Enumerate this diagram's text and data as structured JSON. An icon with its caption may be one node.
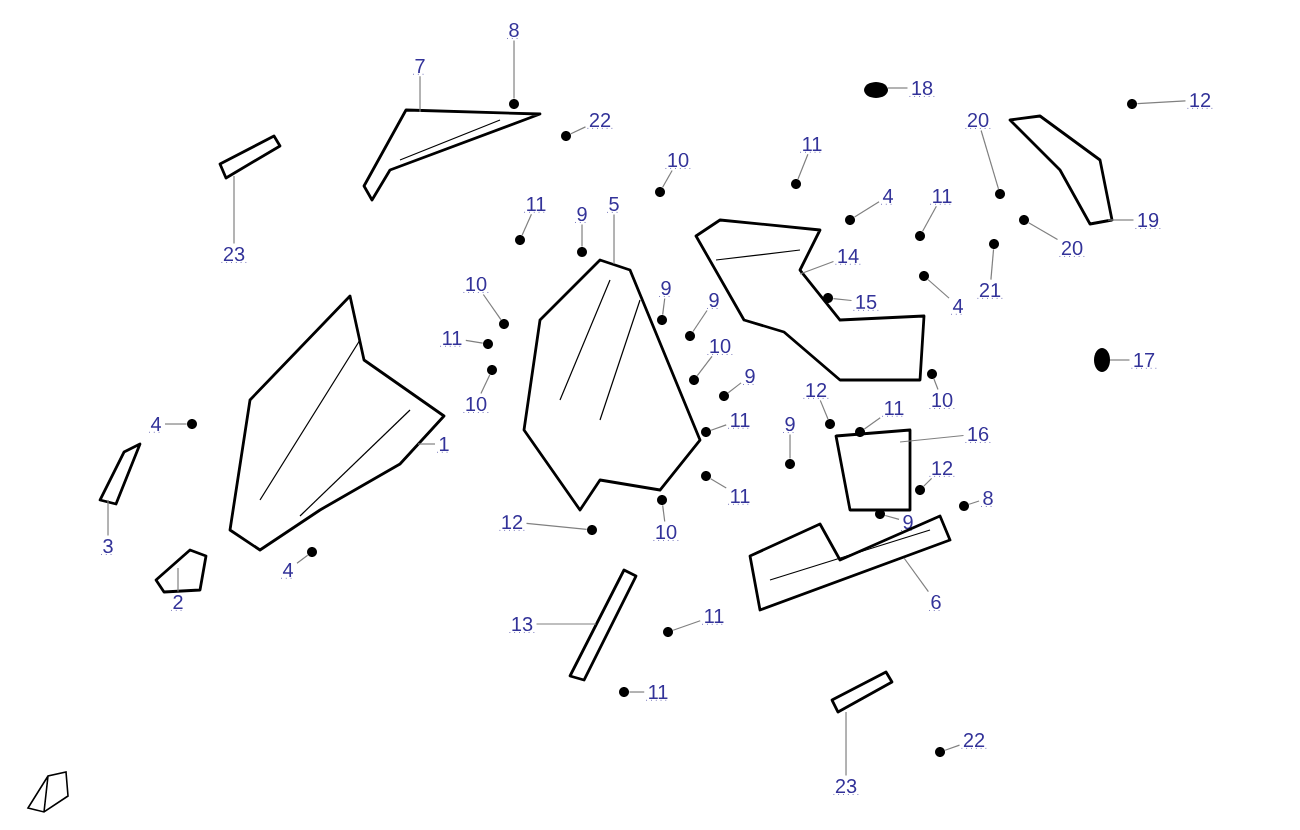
{
  "diagram": {
    "nodes": [
      {
        "text": [
          "8"
        ]
      },
      {
        "text": [
          "7"
        ]
      },
      {
        "text": [
          "22"
        ]
      },
      {
        "text": [
          "18"
        ]
      },
      {
        "text": [
          "20"
        ]
      },
      {
        "text": [
          "12"
        ]
      },
      {
        "text": [
          "11"
        ]
      },
      {
        "text": [
          "10"
        ]
      },
      {
        "text": [
          "4"
        ]
      },
      {
        "text": [
          "11"
        ]
      },
      {
        "text": [
          "11"
        ]
      },
      {
        "text": [
          "9"
        ]
      },
      {
        "text": [
          "5"
        ]
      },
      {
        "text": [
          "19"
        ]
      },
      {
        "text": [
          "20"
        ]
      },
      {
        "text": [
          "23"
        ]
      },
      {
        "text": [
          "14"
        ]
      },
      {
        "text": [
          "10"
        ]
      },
      {
        "text": [
          "21"
        ]
      },
      {
        "text": [
          "9"
        ]
      },
      {
        "text": [
          "15"
        ]
      },
      {
        "text": [
          "9"
        ]
      },
      {
        "text": [
          "4"
        ]
      },
      {
        "text": [
          "11"
        ]
      },
      {
        "text": [
          "10"
        ]
      },
      {
        "text": [
          "17"
        ]
      },
      {
        "text": [
          "9"
        ]
      },
      {
        "text": [
          "12"
        ]
      },
      {
        "text": [
          "10"
        ]
      },
      {
        "text": [
          "11"
        ]
      },
      {
        "text": [
          "10"
        ]
      },
      {
        "text": [
          "11"
        ]
      },
      {
        "text": [
          "9"
        ]
      },
      {
        "text": [
          "16"
        ]
      },
      {
        "text": [
          "4"
        ]
      },
      {
        "text": [
          "1"
        ]
      },
      {
        "text": [
          "12"
        ]
      },
      {
        "text": [
          "11"
        ]
      },
      {
        "text": [
          "8"
        ]
      },
      {
        "text": [
          "12"
        ]
      },
      {
        "text": [
          "9"
        ]
      },
      {
        "text": [
          "10"
        ]
      },
      {
        "text": [
          "3"
        ]
      },
      {
        "text": [
          "4"
        ]
      },
      {
        "text": [
          "6"
        ]
      },
      {
        "text": [
          "2"
        ]
      },
      {
        "text": [
          "11"
        ]
      },
      {
        "text": [
          "13"
        ]
      },
      {
        "text": [
          "11"
        ]
      },
      {
        "text": [
          "22"
        ]
      },
      {
        "text": [
          "23"
        ]
      },
      {
        "text": [],
        "shape": "picture"
      },
      {
        "text": [],
        "shape": "picture"
      },
      {
        "text": [],
        "shape": "picture"
      },
      {
        "text": [],
        "shape": "picture"
      },
      {
        "text": [],
        "shape": "picture"
      },
      {
        "text": [],
        "shape": "picture"
      },
      {
        "text": [],
        "shape": "picture"
      },
      {
        "text": [],
        "shape": "picture"
      },
      {
        "text": [],
        "shape": "picture"
      },
      {
        "text": [],
        "shape": "picture"
      },
      {
        "text": [],
        "shape": "picture"
      },
      {
        "text": [],
        "shape": "picture"
      },
      {
        "text": [],
        "shape": "picture"
      },
      {
        "text": [],
        "shape": "picture"
      },
      {
        "text": [],
        "shape": "circle"
      },
      {
        "text": [],
        "shape": "circle"
      },
      {
        "text": [],
        "shape": "circle"
      },
      {
        "text": [],
        "shape": "circle"
      },
      {
        "text": [],
        "shape": "circle"
      },
      {
        "text": [],
        "shape": "circle"
      },
      {
        "text": [],
        "shape": "circle"
      },
      {
        "text": [],
        "shape": "circle"
      },
      {
        "text": [],
        "shape": "circle"
      },
      {
        "text": [],
        "shape": "circle"
      },
      {
        "text": [],
        "shape": "circle"
      },
      {
        "text": [],
        "shape": "circle"
      },
      {
        "text": [],
        "shape": "circle"
      },
      {
        "text": [],
        "shape": "circle"
      },
      {
        "text": [],
        "shape": "circle"
      },
      {
        "text": [],
        "shape": "circle"
      },
      {
        "text": [],
        "shape": "circle"
      },
      {
        "text": [],
        "shape": "circle"
      },
      {
        "text": [],
        "shape": "circle"
      },
      {
        "text": [],
        "shape": "circle"
      },
      {
        "text": [],
        "shape": "circle"
      },
      {
        "text": [],
        "shape": "circle"
      },
      {
        "text": [],
        "shape": "circle"
      },
      {
        "text": [],
        "shape": "circle"
      },
      {
        "text": [],
        "shape": "circle"
      },
      {
        "text": [],
        "shape": "circle"
      },
      {
        "text": [],
        "shape": "circle"
      },
      {
        "text": [],
        "shape": "circle"
      },
      {
        "text": [],
        "shape": "circle"
      },
      {
        "text": [],
        "shape": "circle"
      },
      {
        "text": [],
        "shape": "circle"
      },
      {
        "text": [],
        "shape": "circle"
      },
      {
        "text": [],
        "shape": "circle"
      },
      {
        "text": [],
        "shape": "circle"
      },
      {
        "text": [],
        "shape": "circle"
      },
      {
        "text": [],
        "shape": "circle"
      },
      {
        "text": [],
        "shape": "circle"
      }
    ],
    "edges": [
      {
        "from": 0,
        "to": 65,
        "arrow": "none"
      },
      {
        "from": 1,
        "to": 53,
        "arrow": "none"
      },
      {
        "from": 2,
        "to": 66,
        "arrow": "none"
      },
      {
        "from": 3,
        "to": 63,
        "arrow": "none"
      },
      {
        "from": 4,
        "to": 67,
        "arrow": "none"
      },
      {
        "from": 5,
        "to": 68,
        "arrow": "none"
      },
      {
        "from": 6,
        "to": 69,
        "arrow": "none"
      },
      {
        "from": 7,
        "to": 70,
        "arrow": "none"
      },
      {
        "from": 8,
        "to": 71,
        "arrow": "none"
      },
      {
        "from": 9,
        "to": 72,
        "arrow": "none"
      },
      {
        "from": 10,
        "to": 73,
        "arrow": "none"
      },
      {
        "from": 11,
        "to": 74,
        "arrow": "none"
      },
      {
        "from": 12,
        "to": 57,
        "arrow": "none"
      },
      {
        "from": 13,
        "to": 59,
        "arrow": "none"
      },
      {
        "from": 14,
        "to": 75,
        "arrow": "none"
      },
      {
        "from": 15,
        "to": 51,
        "arrow": "none"
      },
      {
        "from": 16,
        "to": 58,
        "arrow": "none"
      },
      {
        "from": 17,
        "to": 76,
        "arrow": "none"
      },
      {
        "from": 18,
        "to": 77,
        "arrow": "none"
      },
      {
        "from": 19,
        "to": 78,
        "arrow": "none"
      },
      {
        "from": 20,
        "to": 79,
        "arrow": "none"
      },
      {
        "from": 21,
        "to": 80,
        "arrow": "none"
      },
      {
        "from": 22,
        "to": 81,
        "arrow": "none"
      },
      {
        "from": 23,
        "to": 82,
        "arrow": "none"
      },
      {
        "from": 24,
        "to": 83,
        "arrow": "none"
      },
      {
        "from": 25,
        "to": 64,
        "arrow": "none"
      },
      {
        "from": 26,
        "to": 84,
        "arrow": "none"
      },
      {
        "from": 27,
        "to": 85,
        "arrow": "none"
      },
      {
        "from": 28,
        "to": 86,
        "arrow": "none"
      },
      {
        "from": 29,
        "to": 87,
        "arrow": "none"
      },
      {
        "from": 30,
        "to": 88,
        "arrow": "none"
      },
      {
        "from": 31,
        "to": 89,
        "arrow": "none"
      },
      {
        "from": 32,
        "to": 90,
        "arrow": "none"
      },
      {
        "from": 33,
        "to": 60,
        "arrow": "none"
      },
      {
        "from": 34,
        "to": 91,
        "arrow": "none"
      },
      {
        "from": 35,
        "to": 54,
        "arrow": "none"
      },
      {
        "from": 36,
        "to": 92,
        "arrow": "none"
      },
      {
        "from": 37,
        "to": 93,
        "arrow": "none"
      },
      {
        "from": 38,
        "to": 94,
        "arrow": "none"
      },
      {
        "from": 39,
        "to": 95,
        "arrow": "none"
      },
      {
        "from": 40,
        "to": 96,
        "arrow": "none"
      },
      {
        "from": 41,
        "to": 97,
        "arrow": "none"
      },
      {
        "from": 42,
        "to": 55,
        "arrow": "none"
      },
      {
        "from": 43,
        "to": 98,
        "arrow": "none"
      },
      {
        "from": 44,
        "to": 61,
        "arrow": "none"
      },
      {
        "from": 45,
        "to": 56,
        "arrow": "none"
      },
      {
        "from": 46,
        "to": 99,
        "arrow": "none"
      },
      {
        "from": 47,
        "to": 62,
        "arrow": "none"
      },
      {
        "from": 48,
        "to": 100,
        "arrow": "none"
      },
      {
        "from": 49,
        "to": 101,
        "arrow": "none"
      },
      {
        "from": 50,
        "to": 52,
        "arrow": "none"
      }
    ]
  }
}
